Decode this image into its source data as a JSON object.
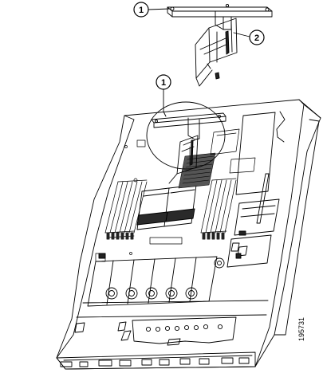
{
  "callouts": {
    "c1_top": "1",
    "c2": "2",
    "c1_zoom": "1"
  },
  "figure_id": "195731"
}
